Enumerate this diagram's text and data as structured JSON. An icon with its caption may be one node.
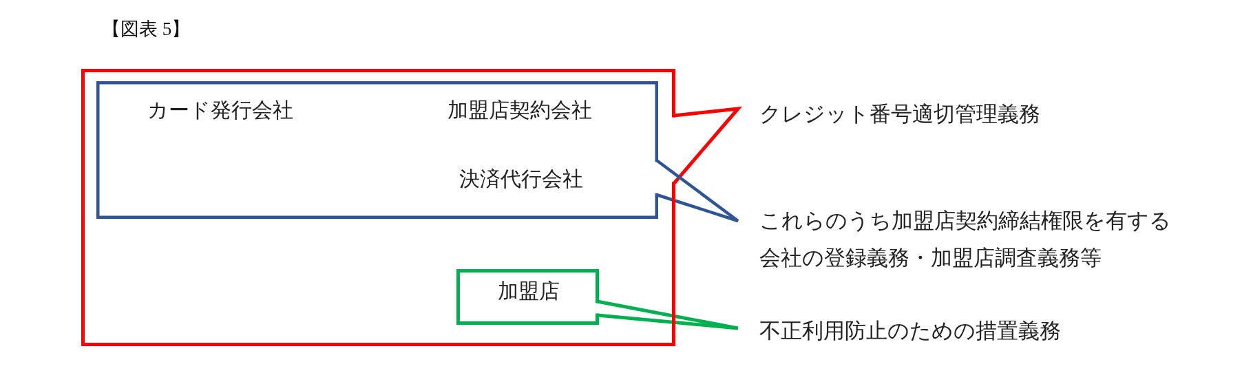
{
  "diagram": {
    "title": "【図表 5】",
    "nodes": [
      {
        "text": [],
        "shape": "box"
      },
      {
        "text": [
          "カード発行会社",
          "加盟店契約会社",
          "決済代行会社"
        ],
        "in": 0
      },
      {
        "text": [
          "加盟店"
        ],
        "in": 0
      },
      {
        "text": [
          "クレジット番号適切管理義務"
        ]
      },
      {
        "text": [
          "これらのうち加盟店契約締結権限を有する会社の登録義務・加盟店調査義務等"
        ]
      },
      {
        "text": [
          "不正利用防止のための措置義務"
        ]
      }
    ],
    "edges": [
      {
        "from": 0,
        "to": 3,
        "arrow": "none",
        "color": "#ff0000"
      },
      {
        "from": 1,
        "to": 4,
        "arrow": "none",
        "color": "#2f5597"
      },
      {
        "from": 2,
        "to": 5,
        "arrow": "none",
        "color": "#00b050"
      }
    ]
  }
}
